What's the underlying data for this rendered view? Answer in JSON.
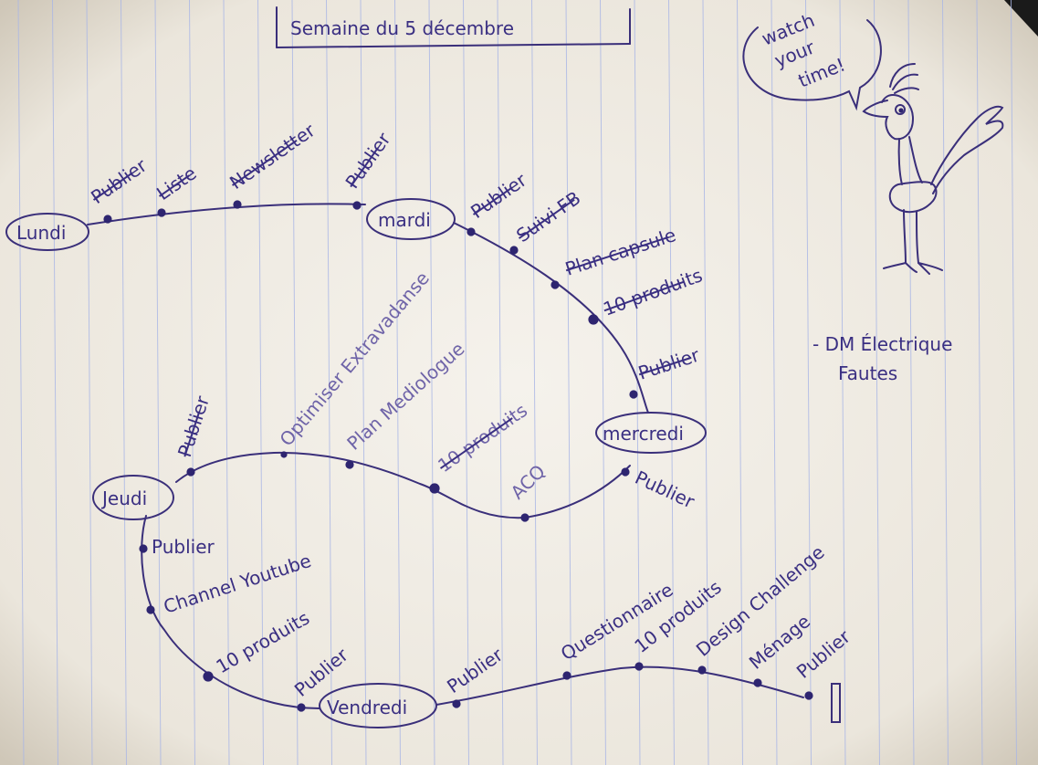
{
  "title": "Semaine du 5 décembre",
  "speech_bubble": {
    "line1": "watch",
    "line2": "your",
    "line3": "time!"
  },
  "side_note": {
    "line1": "- DM Électrique",
    "line2": "Fautes"
  },
  "days": {
    "lundi": "Lundi",
    "mardi": "mardi",
    "mercredi": "mercredi",
    "jeudi": "Jeudi",
    "vendredi": "Vendredi"
  },
  "tasks": {
    "lundi": [
      "Publier",
      "Liste",
      "Newsletter",
      "Publier"
    ],
    "mardi": [
      "Publier",
      "Suivi FB",
      "Plan capsule",
      "10 produits",
      "Publier"
    ],
    "mercredi": [
      "Publier",
      "ACQ",
      "10 produits",
      "Plan Mediologue",
      "Optimiser Extravadanse",
      "Publier"
    ],
    "jeudi": [
      "Publier",
      "Channel Youtube",
      "10 produits",
      "Publier"
    ],
    "vendredi": [
      "Publier",
      "Questionnaire",
      "10 produits",
      "Design Challenge",
      "Ménage",
      "Publier"
    ]
  },
  "colors": {
    "paper": "#f1eee8",
    "rule_line": "#a9b6e6",
    "margin_line": "#c9a9c8",
    "ink": "#3a2f7a"
  }
}
